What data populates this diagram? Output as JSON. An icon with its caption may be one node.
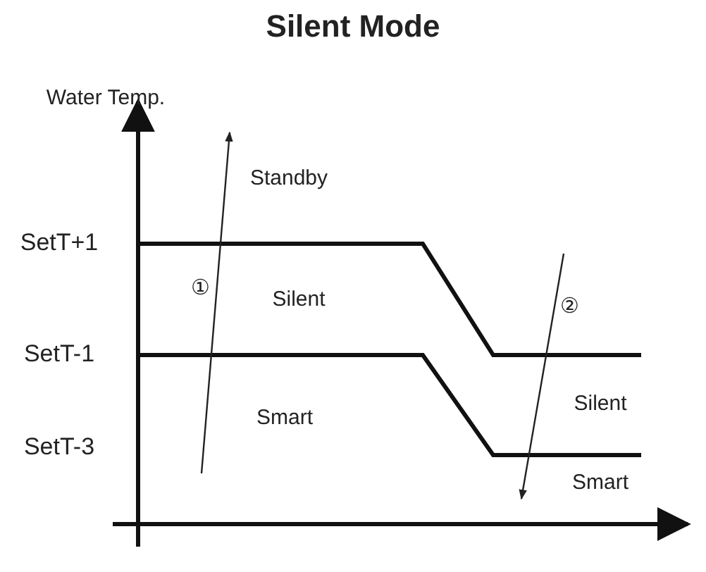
{
  "diagram": {
    "title": "Silent Mode",
    "labels": [
      "Water Temp.",
      "Standby",
      "SetT+1",
      "①",
      "Silent",
      "②",
      "SetT-1",
      "Silent",
      "Smart",
      "SetT-3",
      "Smart"
    ]
  }
}
